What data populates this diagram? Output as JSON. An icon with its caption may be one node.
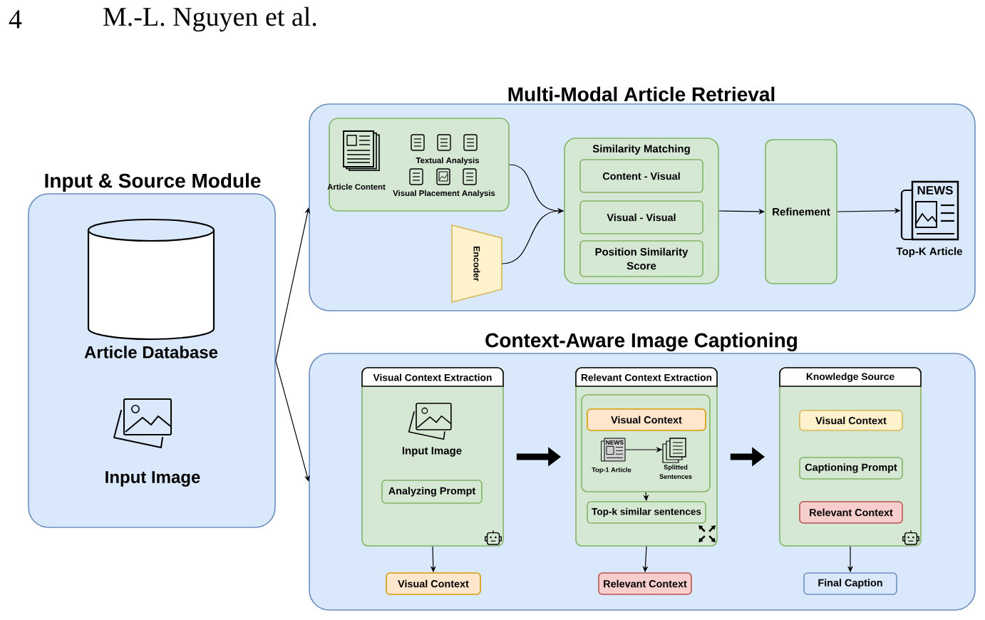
{
  "diagram": {
    "nodes": [
      {
        "text": [
          "Input & Source Module"
        ]
      },
      {
        "text": [
          "Article Database"
        ],
        "in": 0
      },
      {
        "text": [
          "Input Image"
        ],
        "in": 0
      },
      {
        "text": [
          "Multi-Modal Article Retrieval"
        ]
      },
      {
        "text": [
          "Article Content",
          "Textual Analysis",
          "Visual Placement Analysis"
        ],
        "in": 3
      },
      {
        "text": [
          "Encoder"
        ],
        "in": 3
      },
      {
        "text": [
          "Similarity Matching"
        ],
        "in": 3
      },
      {
        "text": [
          "Content - Visual"
        ],
        "in": 6
      },
      {
        "text": [
          "Visual - Visual"
        ],
        "in": 6
      },
      {
        "text": [
          "Position Similarity Score"
        ],
        "in": 6
      },
      {
        "text": [
          "Refinement"
        ],
        "in": 3
      },
      {
        "text": [
          "Top-K Article"
        ],
        "in": 3
      },
      {
        "text": [
          "Context-Aware Image Captioning"
        ]
      },
      {
        "text": [
          "Visual Context Extraction"
        ],
        "in": 12
      },
      {
        "text": [
          "Input Image"
        ],
        "in": 13
      },
      {
        "text": [
          "Analyzing Prompt"
        ],
        "in": 13
      },
      {
        "text": [
          "Visual Context"
        ],
        "in": 12
      },
      {
        "text": [
          "Relevant Context Extraction"
        ],
        "in": 12
      },
      {
        "text": [],
        "shape": "box",
        "in": 17
      },
      {
        "text": [
          "Visual Context"
        ],
        "in": 18
      },
      {
        "text": [
          "Top-1 Article"
        ],
        "in": 18
      },
      {
        "text": [
          "Splitted Sentences"
        ],
        "in": 18
      },
      {
        "text": [
          "Top-k similar sentences"
        ],
        "in": 17
      },
      {
        "text": [
          "Relevant Context"
        ],
        "in": 12
      },
      {
        "text": [
          "Knowledge Source"
        ],
        "in": 12
      },
      {
        "text": [
          "Visual Context"
        ],
        "in": 24
      },
      {
        "text": [
          "Captioning Prompt"
        ],
        "in": 24
      },
      {
        "text": [
          "Relevant Context"
        ],
        "in": 24
      },
      {
        "text": [
          "Final Caption"
        ],
        "in": 12
      }
    ],
    "edges": [
      {
        "from": 0,
        "to": 3,
        "arrow": "to"
      },
      {
        "from": 0,
        "to": 12,
        "arrow": "to"
      },
      {
        "from": 4,
        "to": 6,
        "arrow": "to"
      },
      {
        "from": 5,
        "to": 6,
        "arrow": "to"
      },
      {
        "from": 6,
        "to": 10,
        "arrow": "to"
      },
      {
        "from": 10,
        "to": 11,
        "arrow": "to"
      },
      {
        "from": 13,
        "to": 17,
        "arrow": "to",
        "style": "thick"
      },
      {
        "from": 17,
        "to": 24,
        "arrow": "to",
        "style": "thick"
      },
      {
        "from": 20,
        "to": 21,
        "arrow": "to"
      },
      {
        "from": 18,
        "to": 22,
        "arrow": "to"
      },
      {
        "from": 13,
        "to": 16,
        "arrow": "to"
      },
      {
        "from": 17,
        "to": 23,
        "arrow": "to"
      },
      {
        "from": 24,
        "to": 28,
        "arrow": "to"
      }
    ],
    "labels": [
      "4",
      "M.-L. Nguyen et al.",
      "NEWS",
      "NEWS"
    ]
  }
}
